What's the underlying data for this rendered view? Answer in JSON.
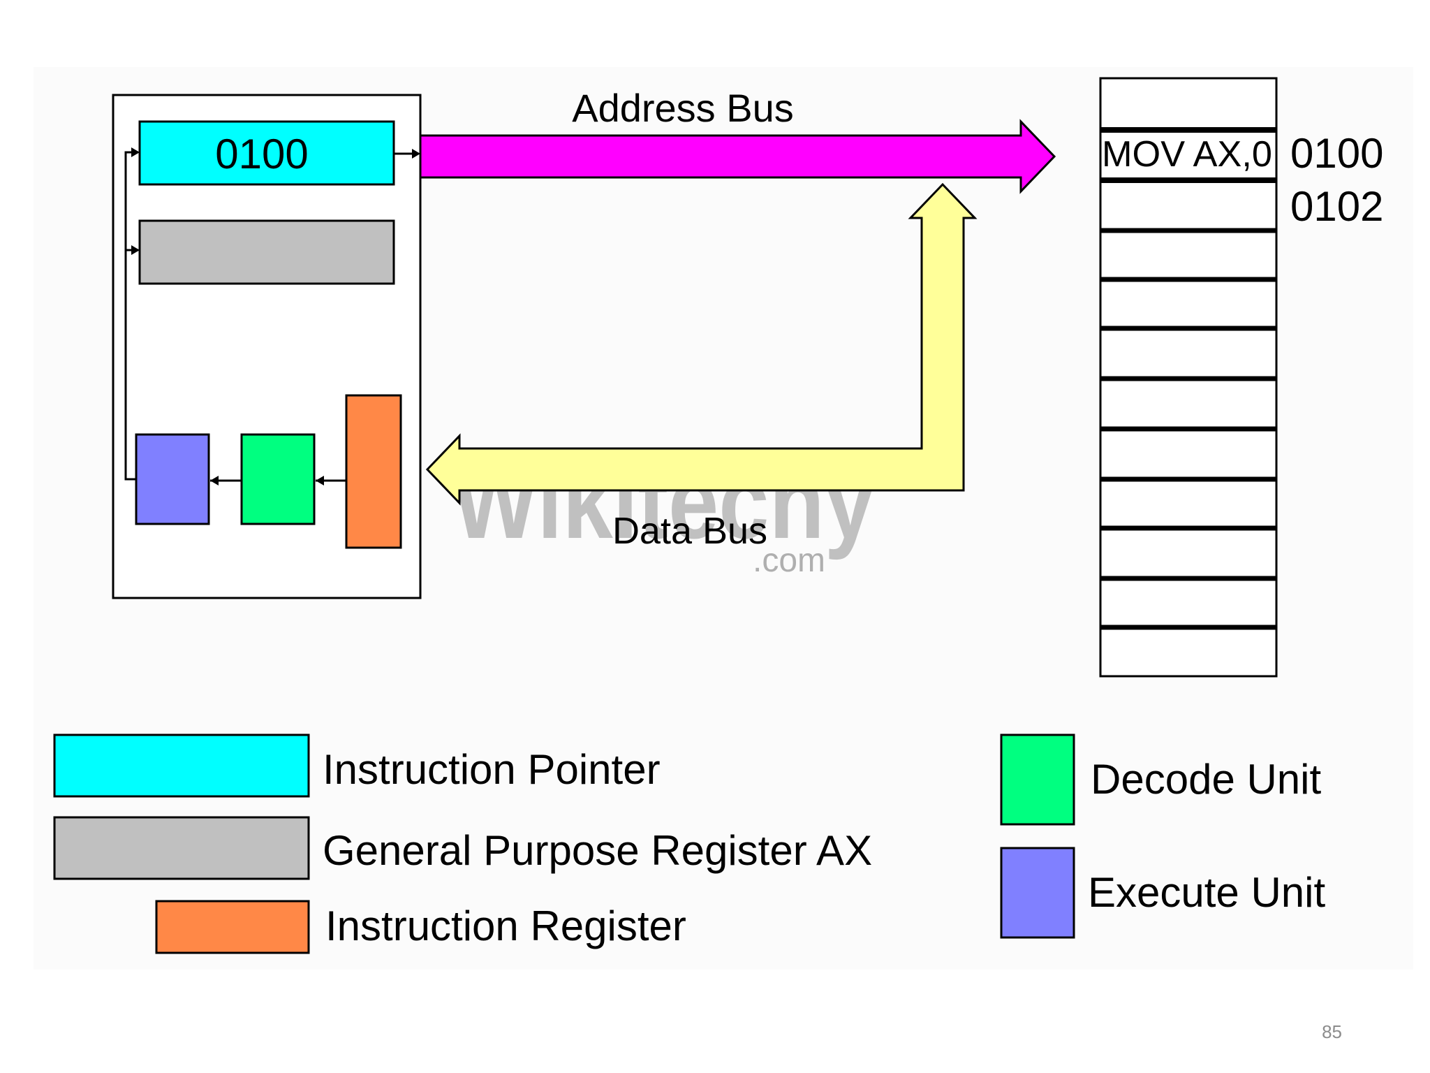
{
  "diagram": {
    "instruction_pointer_value": "0100",
    "address_bus_label": "Address Bus",
    "data_bus_label": "Data Bus",
    "memory": {
      "instruction": "MOV AX,0",
      "addresses": [
        "0100",
        "0102"
      ]
    },
    "watermark": {
      "brand": "Wikitechy",
      "suffix": ".com"
    }
  },
  "legend": {
    "instruction_pointer": "Instruction Pointer",
    "general_purpose_register": "General Purpose Register AX",
    "instruction_register": "Instruction Register",
    "decode_unit": "Decode Unit",
    "execute_unit": "Execute Unit"
  },
  "colors": {
    "instruction_pointer": "#00ffff",
    "general_register": "#c0c0c0",
    "instruction_register": "#ff8847",
    "decode_unit": "#00ff80",
    "execute_unit": "#8080ff",
    "address_bus": "#ff00ff",
    "data_bus": "#ffff99"
  },
  "slide_number": "85"
}
